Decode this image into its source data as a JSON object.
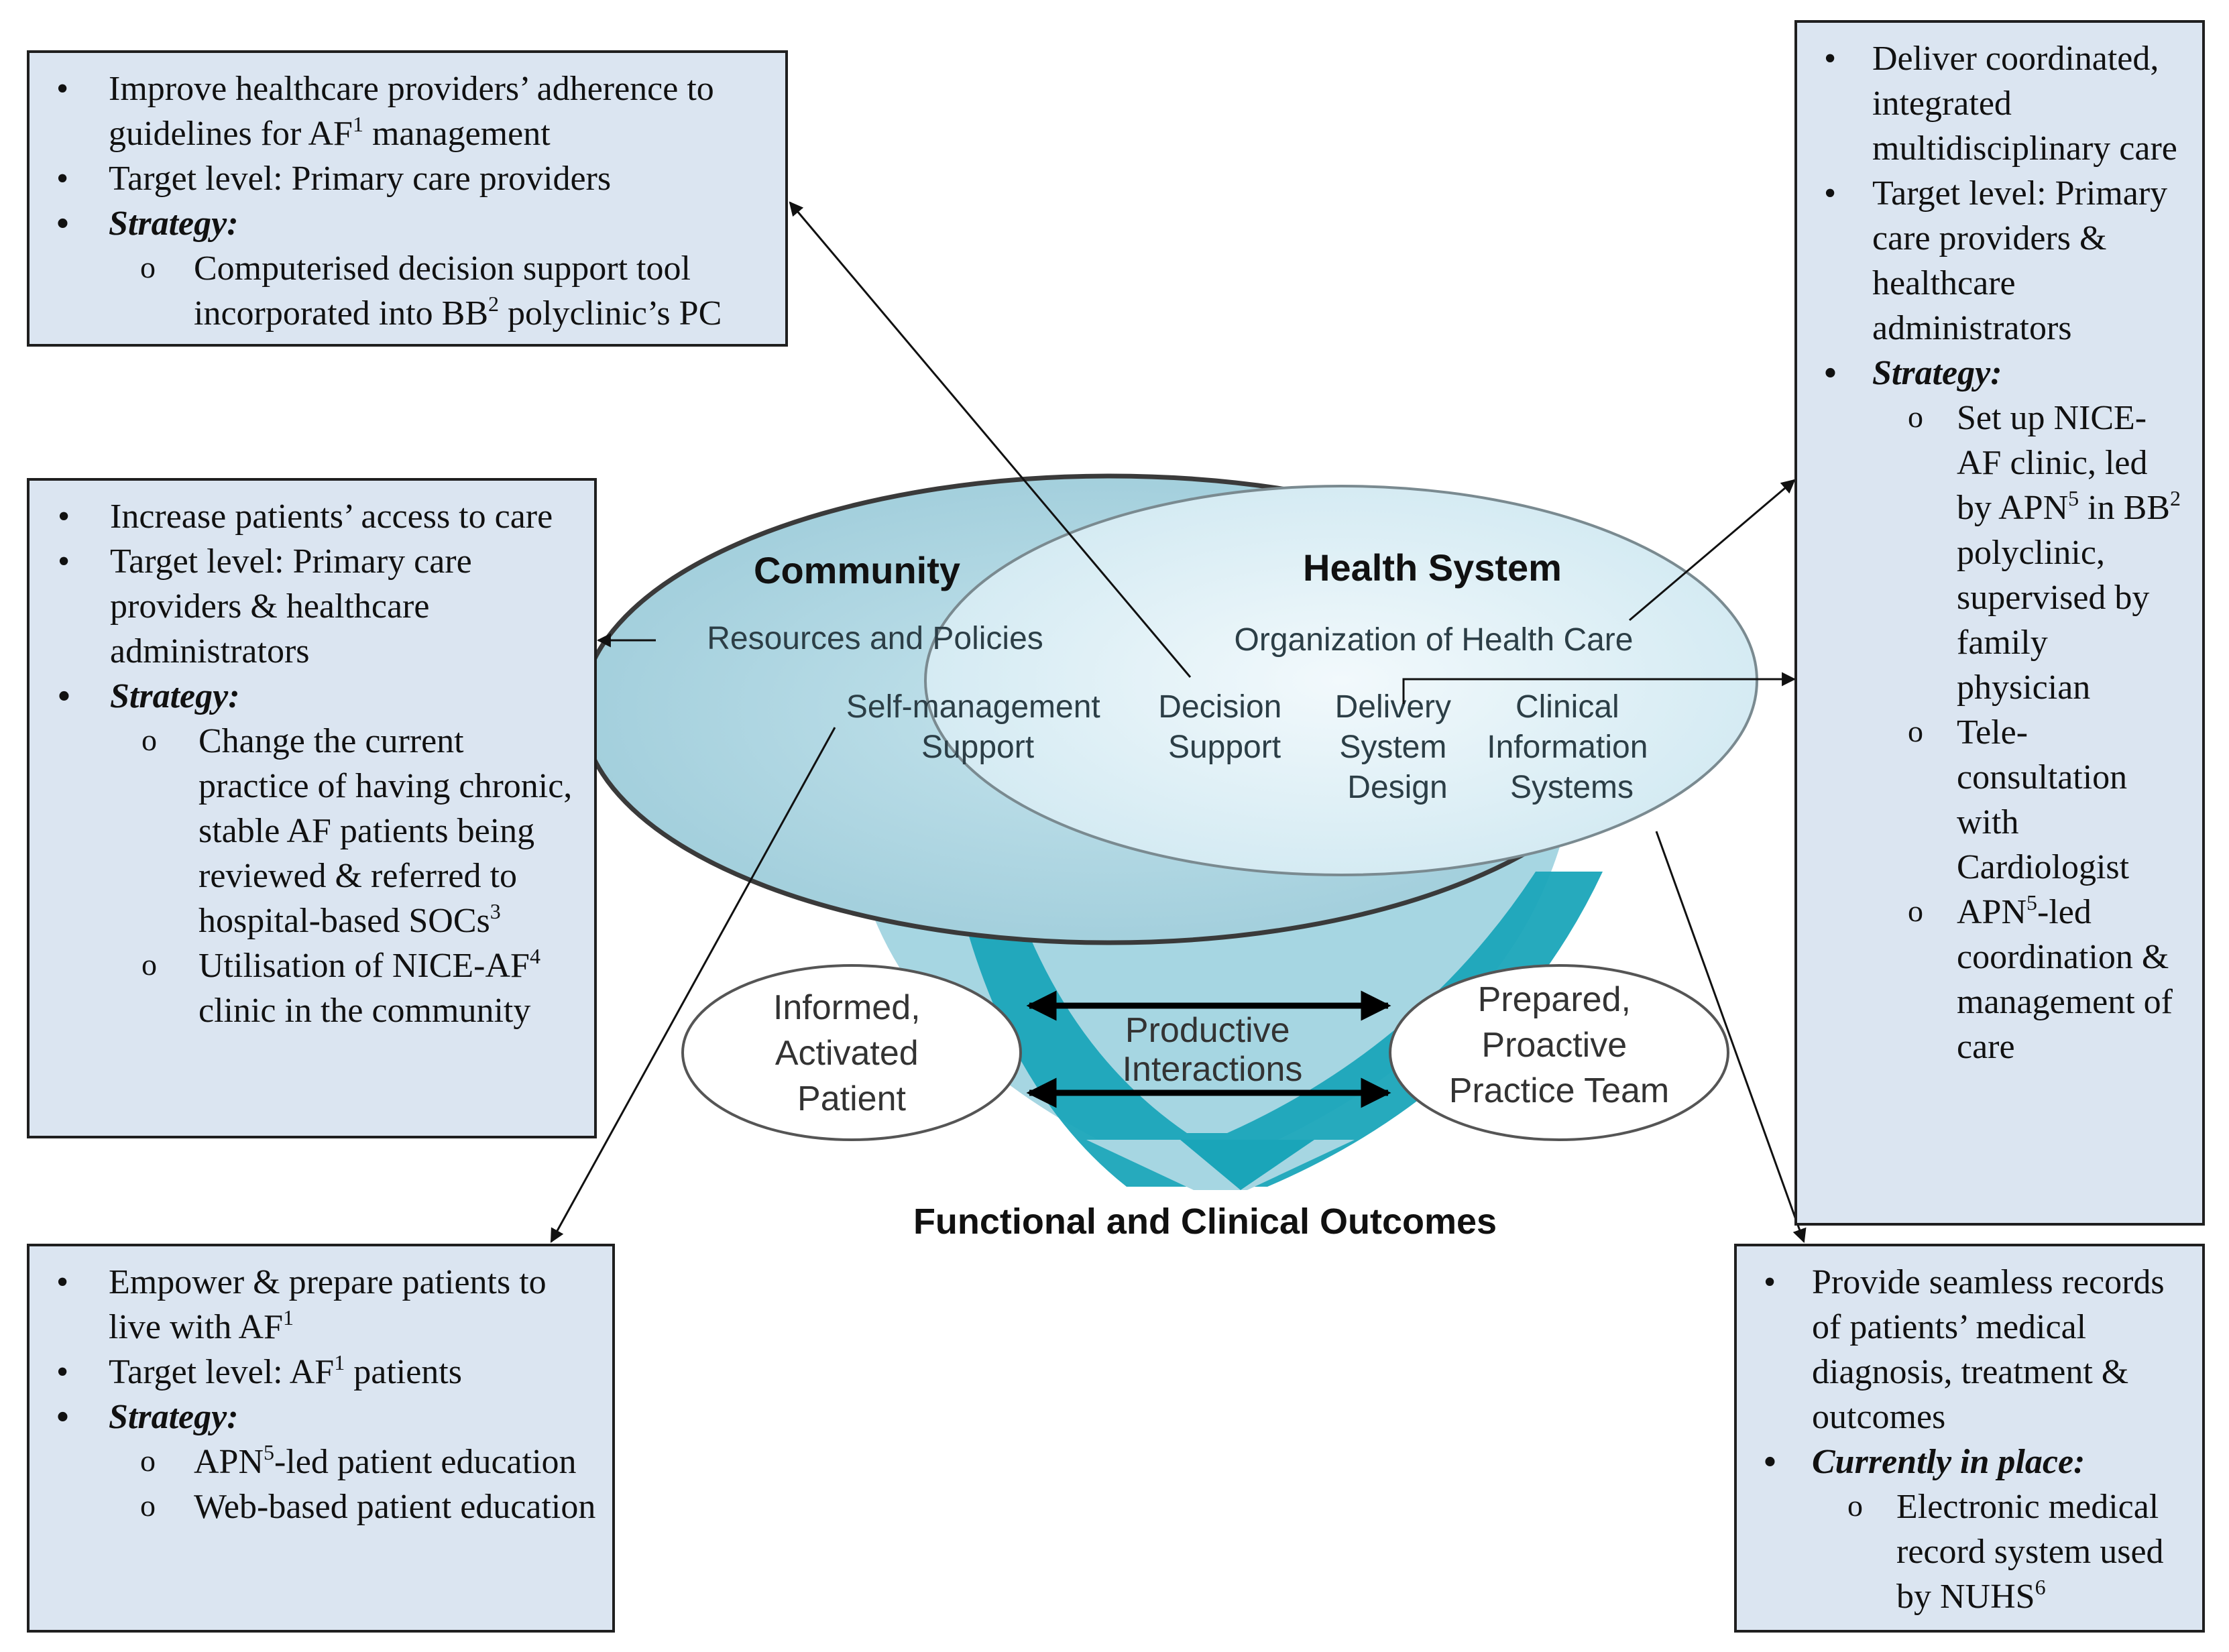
{
  "boxes": {
    "top_left": {
      "b1": "Improve healthcare providers’ adherence to guidelines for AF",
      "b1_sup": "1",
      "b1_tail": " management",
      "b2": "Target level: Primary care providers",
      "strategy": "Strategy:",
      "s1": "Computerised decision support tool incorporated into BB",
      "s1_sup": "2",
      "s1_tail": " polyclinic’s PC"
    },
    "mid_left": {
      "b1": "Increase patients’ access to care",
      "b2": "Target level: Primary care providers & healthcare administrators",
      "strategy": "Strategy:",
      "s1": "Change the current practice of having chronic, stable AF patients being reviewed & referred to hospital-based SOCs",
      "s1_sup": "3",
      "s2": "Utilisation of NICE-AF",
      "s2_sup": "4",
      "s2_tail": " clinic in the community"
    },
    "bottom_left": {
      "b1": "Empower & prepare patients to live with AF",
      "b1_sup": "1",
      "b2": "Target level: AF",
      "b2_sup": "1",
      "b2_tail": " patients",
      "strategy": "Strategy:",
      "s1": "APN",
      "s1_sup": "5",
      "s1_tail": "-led patient education",
      "s2": "Web-based patient education"
    },
    "top_right": {
      "b1": "Deliver coordinated, integrated multidisciplinary care",
      "b2": "Target level: Primary care providers & healthcare administrators",
      "strategy": "Strategy:",
      "s1_a": "Set up NICE-AF clinic, led by APN",
      "s1_sup_a": "5",
      "s1_b": " in BB",
      "s1_sup_b": "2",
      "s1_c": " polyclinic, supervised by family physician",
      "s2": "Tele-consultation with Cardiologist",
      "s3": "APN",
      "s3_sup": "5",
      "s3_tail": "-led coordination & management of care"
    },
    "bottom_right": {
      "b1": "Provide seamless records of patients’ medical diagnosis, treatment & outcomes",
      "strategy": "Currently in place:",
      "s1": "Electronic medical record system used by NUHS",
      "s1_sup": "6"
    }
  },
  "model": {
    "community": "Community",
    "resources": "Resources and Policies",
    "health_system": "Health System",
    "organization": "Organization of Health Care",
    "self_mgmt_1": "Self-management",
    "self_mgmt_2": "Support",
    "decision_1": "Decision",
    "decision_2": "Support",
    "delivery_1": "Delivery",
    "delivery_2": "System",
    "delivery_3": "Design",
    "clinical_1": "Clinical",
    "clinical_2": "Information",
    "clinical_3": "Systems",
    "patient_1": "Informed,",
    "patient_2": "Activated",
    "patient_3": "Patient",
    "team_1": "Prepared,",
    "team_2": "Proactive",
    "team_3": "Practice Team",
    "interactions_1": "Productive",
    "interactions_2": "Interactions",
    "outcomes": "Functional and Clinical Outcomes"
  },
  "colors": {
    "box_fill": "#dbe5f1",
    "outer_ellipse": "#a9d2df",
    "inner_ellipse": "#e4f2f7",
    "arrow_light": "#a6d6e2",
    "arrow_dark": "#1aa5b9"
  }
}
